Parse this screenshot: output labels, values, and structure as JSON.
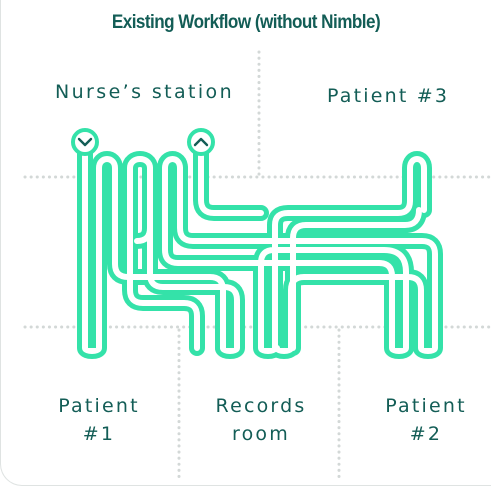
{
  "title": "Existing Workflow (without Nimble)",
  "locations": {
    "nurse_station": "Nurse’s station",
    "patient_3": "Patient #3",
    "patient_1": {
      "line1": "Patient",
      "line2": "#1"
    },
    "records_room": {
      "line1": "Records",
      "line2": "room"
    },
    "patient_2": {
      "line1": "Patient",
      "line2": "#2"
    }
  },
  "colors": {
    "path": "#34e2a9",
    "text": "#135d56",
    "grid": "#d3d8d7"
  },
  "icons": [
    "chevron-down-icon",
    "chevron-up-icon"
  ]
}
